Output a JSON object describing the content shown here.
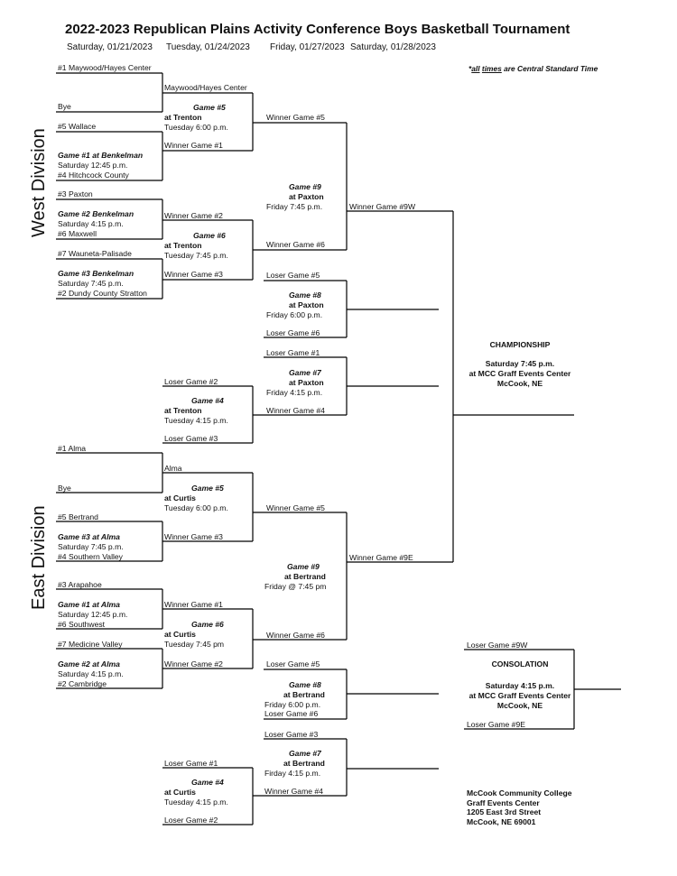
{
  "title": "2022-2023 Republican Plains Activity Conference Boys Basketball Tournament",
  "dates": [
    "Saturday, 01/21/2023",
    "Tuesday, 01/24/2023",
    "Friday, 01/27/2023",
    "Saturday, 01/28/2023"
  ],
  "timezone_note": {
    "prefix": "*",
    "all": "all",
    "times": "times",
    "suffix": " are Central Standard Time"
  },
  "west": {
    "division_label": "West Division",
    "seed1": "#1 Maywood/Hayes Center",
    "bye": "Bye",
    "seed5": "#5 Wallace",
    "g1_title": "Game #1 at Benkelman",
    "g1_time": "Saturday  12:45 p.m.",
    "seed4": "#4 Hitchcock County",
    "seed3": "#3 Paxton",
    "g2_title": "Game #2 Benkelman",
    "g2_time": "Saturday 4:15 p.m.",
    "seed6": "#6 Maxwell",
    "seed7": "#7 Wauneta-Palisade",
    "g3_title": "Game #3 Benkelman",
    "g3_time": "Saturday 7:45 p.m.",
    "seed2": "#2 Dundy County Stratton",
    "g5_top": "Maywood/Hayes Center",
    "g5_title": "Game #5",
    "g5_loc": "at Trenton",
    "g5_time": "Tuesday  6:00 p.m.",
    "g5_bottom": "Winner Game #1",
    "g6_top": "Winner Game #2",
    "g6_title": "Game #6",
    "g6_loc": "at Trenton",
    "g6_time": "Tuesday  7:45 p.m.",
    "g6_bottom": "Winner Game #3",
    "g4_top": "Loser Game #2",
    "g4_title": "Game #4",
    "g4_loc": "at Trenton",
    "g4_time": "Tuesday  4:15 p.m.",
    "g4_bottom": "Loser Game #3",
    "g9_top": "Winner Game #5",
    "g9_title": "Game #9",
    "g9_loc": "at Paxton",
    "g9_time": "Friday  7:45 p.m.",
    "g9_bottom": "Winner Game #6",
    "g8_top": "Loser Game #5",
    "g8_title": "Game #8",
    "g8_loc": "at Paxton",
    "g8_time": "Friday  6:00 p.m.",
    "g8_bottom": "Loser Game #6",
    "g7_top": "Loser Game #1",
    "g7_title": "Game #7",
    "g7_loc": "at Paxton",
    "g7_time": "Friday  4:15 p.m.",
    "g7_bottom": "Winner Game #4",
    "g9_winner": "Winner Game #9W"
  },
  "east": {
    "division_label": "East Division",
    "seed1": "#1 Alma",
    "bye": "Bye",
    "seed5": "#5 Bertrand",
    "g3_title": "Game #3 at Alma",
    "g3_time": "Saturday  7:45 p.m.",
    "seed4": "#4 Southern Valley",
    "seed3": "#3 Arapahoe",
    "g1_title": "Game #1 at Alma",
    "g1_time": "Saturday 12:45 p.m.",
    "seed6": "#6 Southwest",
    "seed7": "#7 Medicine Valley",
    "g2_title": "Game #2 at Alma",
    "g2_time": "Saturday  4:15 p.m.",
    "seed2": "#2 Cambridge",
    "g5_top": "Alma",
    "g5_title": "Game #5",
    "g5_loc": "at Curtis",
    "g5_time": "Tuesday  6:00 p.m.",
    "g5_bottom": "Winner Game #3",
    "g6_top": "Winner Game #1",
    "g6_title": "Game #6",
    "g6_loc": "at Curtis",
    "g6_time": "Tuesday  7:45 pm",
    "g6_bottom": "Winner Game #2",
    "g4_top": "Loser Game #1",
    "g4_title": "Game #4",
    "g4_loc": "at Curtis",
    "g4_time": "Tuesday  4:15 p.m.",
    "g4_bottom": "Loser Game #2",
    "g9_top": "Winner Game #5",
    "g9_title": "Game #9",
    "g9_loc": "at Bertrand",
    "g9_time": "Friday @ 7:45 pm",
    "g9_bottom": "Winner Game #6",
    "g8_top": "Loser Game #5",
    "g8_title": "Game #8",
    "g8_loc": "at Bertrand",
    "g8_time": "Friday  6:00 p.m.",
    "g8_bottom": "Loser Game #6",
    "g7_top": "Loser Game #3",
    "g7_title": "Game #7",
    "g7_loc": "at Bertrand",
    "g7_time": "Firday  4:15 p.m.",
    "g7_bottom": "Winner Game #4",
    "g9_winner": "Winner Game #9E"
  },
  "championship": {
    "title": "CHAMPIONSHIP",
    "time": "Saturday 7:45 p.m.",
    "location": "at MCC Graff Events Center",
    "city": "McCook, NE"
  },
  "consolation": {
    "top": "Loser Game #9W",
    "title": "CONSOLATION",
    "time": "Saturday  4:15 p.m.",
    "location": "at MCC Graff Events Center",
    "city": "McCook, NE",
    "bottom": "Loser Game #9E"
  },
  "venue": {
    "line1": "McCook Community College",
    "line2": "Graff Events Center",
    "line3": "1205 East 3rd Street",
    "line4": "McCook, NE 69001"
  }
}
